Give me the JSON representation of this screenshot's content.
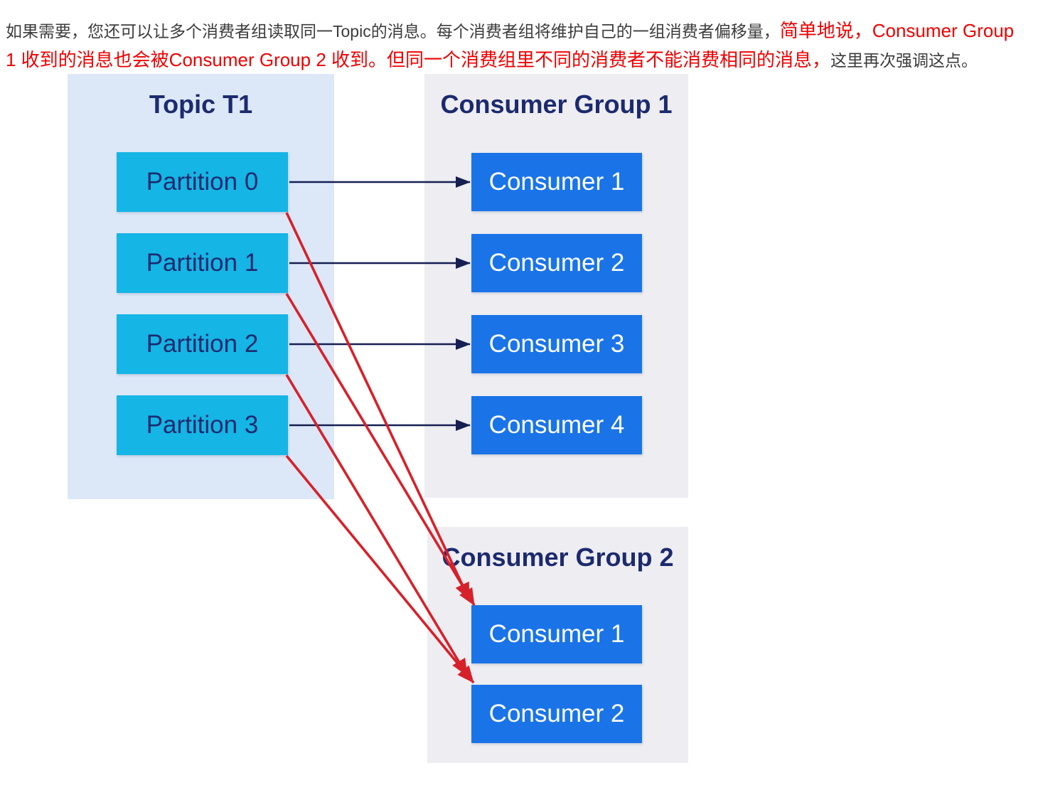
{
  "paragraph": {
    "line1_black": "如果需要，您还可以让多个消费者组读取同一Topic的消息。每个消费者组将维护自己的一组消费者偏移量，",
    "line1_red": "简单地说，Consumer Group",
    "line2_red": "1 收到的消息也会被Consumer Group 2 收到。但同一个消费组里不同的消费者不能消费相同的消息，",
    "line2_black": "这里再次强调这点。"
  },
  "diagram": {
    "topic": {
      "title": "Topic T1",
      "partitions": [
        "Partition 0",
        "Partition 1",
        "Partition 2",
        "Partition 3"
      ]
    },
    "group1": {
      "title": "Consumer Group 1",
      "consumers": [
        "Consumer 1",
        "Consumer 2",
        "Consumer 3",
        "Consumer 4"
      ]
    },
    "group2": {
      "title": "Consumer Group 2",
      "consumers": [
        "Consumer 1",
        "Consumer 2"
      ]
    },
    "connections": [
      {
        "from": "p0",
        "to": "g1c1",
        "type": "assign"
      },
      {
        "from": "p1",
        "to": "g1c2",
        "type": "assign"
      },
      {
        "from": "p2",
        "to": "g1c3",
        "type": "assign"
      },
      {
        "from": "p3",
        "to": "g1c4",
        "type": "assign"
      },
      {
        "from": "p0",
        "to": "g2c1",
        "type": "cross",
        "tipdx": -3,
        "tipdy": -5
      },
      {
        "from": "p1",
        "to": "g2c1",
        "type": "cross",
        "tipdx": 4,
        "tipdy": 3
      },
      {
        "from": "p2",
        "to": "g2c2",
        "type": "cross",
        "tipdx": -6,
        "tipdy": -10
      },
      {
        "from": "p3",
        "to": "g2c2",
        "type": "cross",
        "tipdx": 3,
        "tipdy": 0
      }
    ],
    "colors": {
      "partition_fill": "#15b5e5",
      "consumer_fill": "#1a74e8",
      "title_navy": "#1c2a6e",
      "arrow_navy": "#161f52",
      "arrow_red": "#d6212a",
      "topic_panel_bg": "#dce8f8",
      "group_panel_bg": "#ededf2",
      "paragraph_black": "#3c3c3c",
      "paragraph_red": "#ee0000"
    }
  }
}
